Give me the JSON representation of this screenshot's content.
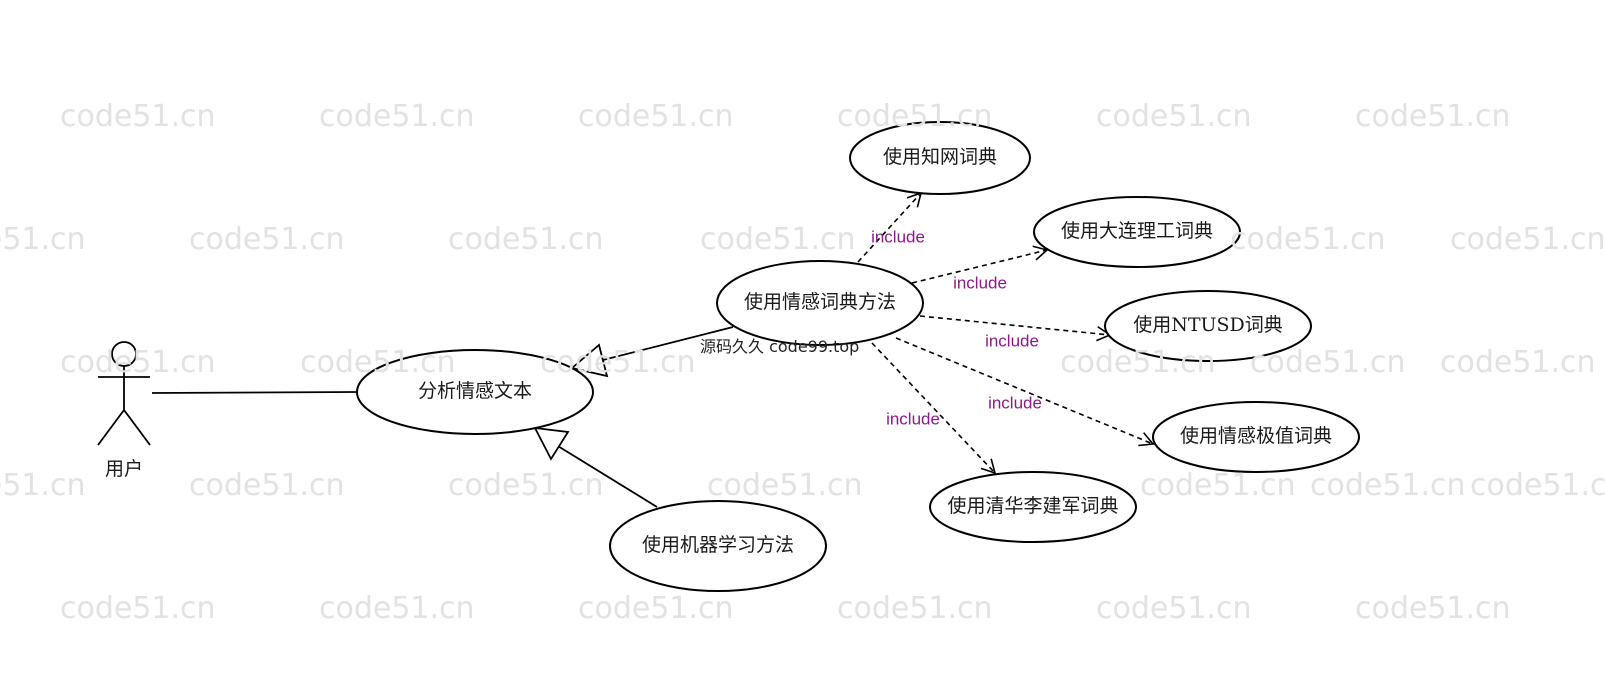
{
  "watermark": "code51.cn",
  "source_note": "源码久久  code99.top",
  "actor": {
    "label": "用户"
  },
  "use_cases": {
    "analyze": "分析情感文本",
    "lexicon_method": "使用情感词典方法",
    "ml_method": "使用机器学习方法",
    "hownet": "使用知网词典",
    "dlut": "使用大连理工词典",
    "ntusd": "使用NTUSD词典",
    "extreme": "使用情感极值词典",
    "tsinghua": "使用清华李建军词典"
  },
  "relations": {
    "include_label": "include"
  },
  "colors": {
    "include_text": "#8b1a8b",
    "watermark": "#e2e2e2"
  }
}
